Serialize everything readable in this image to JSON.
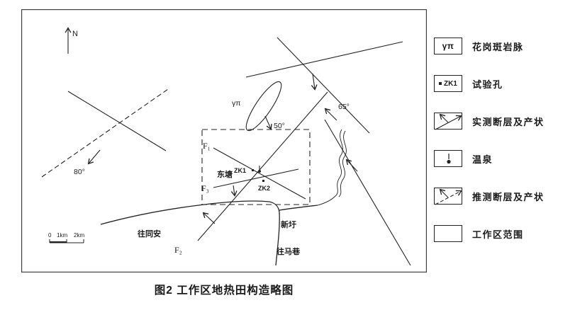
{
  "caption": "图2 工作区地热田构造略图",
  "colors": {
    "ink": "#1a1a1a",
    "background": "#ffffff"
  },
  "map": {
    "north": "N",
    "gamma_pi": "γπ",
    "dip_50": "50°",
    "dip_65": "65°",
    "dip_80": "80°",
    "f1": "F₁",
    "f2": "F₂",
    "f3": "F₃",
    "dongtang": "东塘",
    "zk1": "ZK1",
    "zk2": "ZK2",
    "xinxu": "新圩",
    "to_tongan": "往同安",
    "to_maxiang": "往马巷",
    "scale_0": "0",
    "scale_1": "1km",
    "scale_2": "2km"
  },
  "legend": {
    "item1": {
      "symbol": "γπ",
      "label": "花岗斑岩脉",
      "icon": "granite-porphyry-dike"
    },
    "item2": {
      "symbol": "ZK1",
      "label": "试验孔",
      "icon": "test-borehole"
    },
    "item3": {
      "label": "实测断层及产状",
      "icon": "measured-fault-arrow"
    },
    "item4": {
      "label": "温泉",
      "icon": "hot-spring"
    },
    "item5": {
      "label": "推测断层及产状",
      "icon": "inferred-fault-arrow"
    },
    "item6": {
      "label": "工作区范围",
      "icon": "work-area-rectangle"
    }
  }
}
